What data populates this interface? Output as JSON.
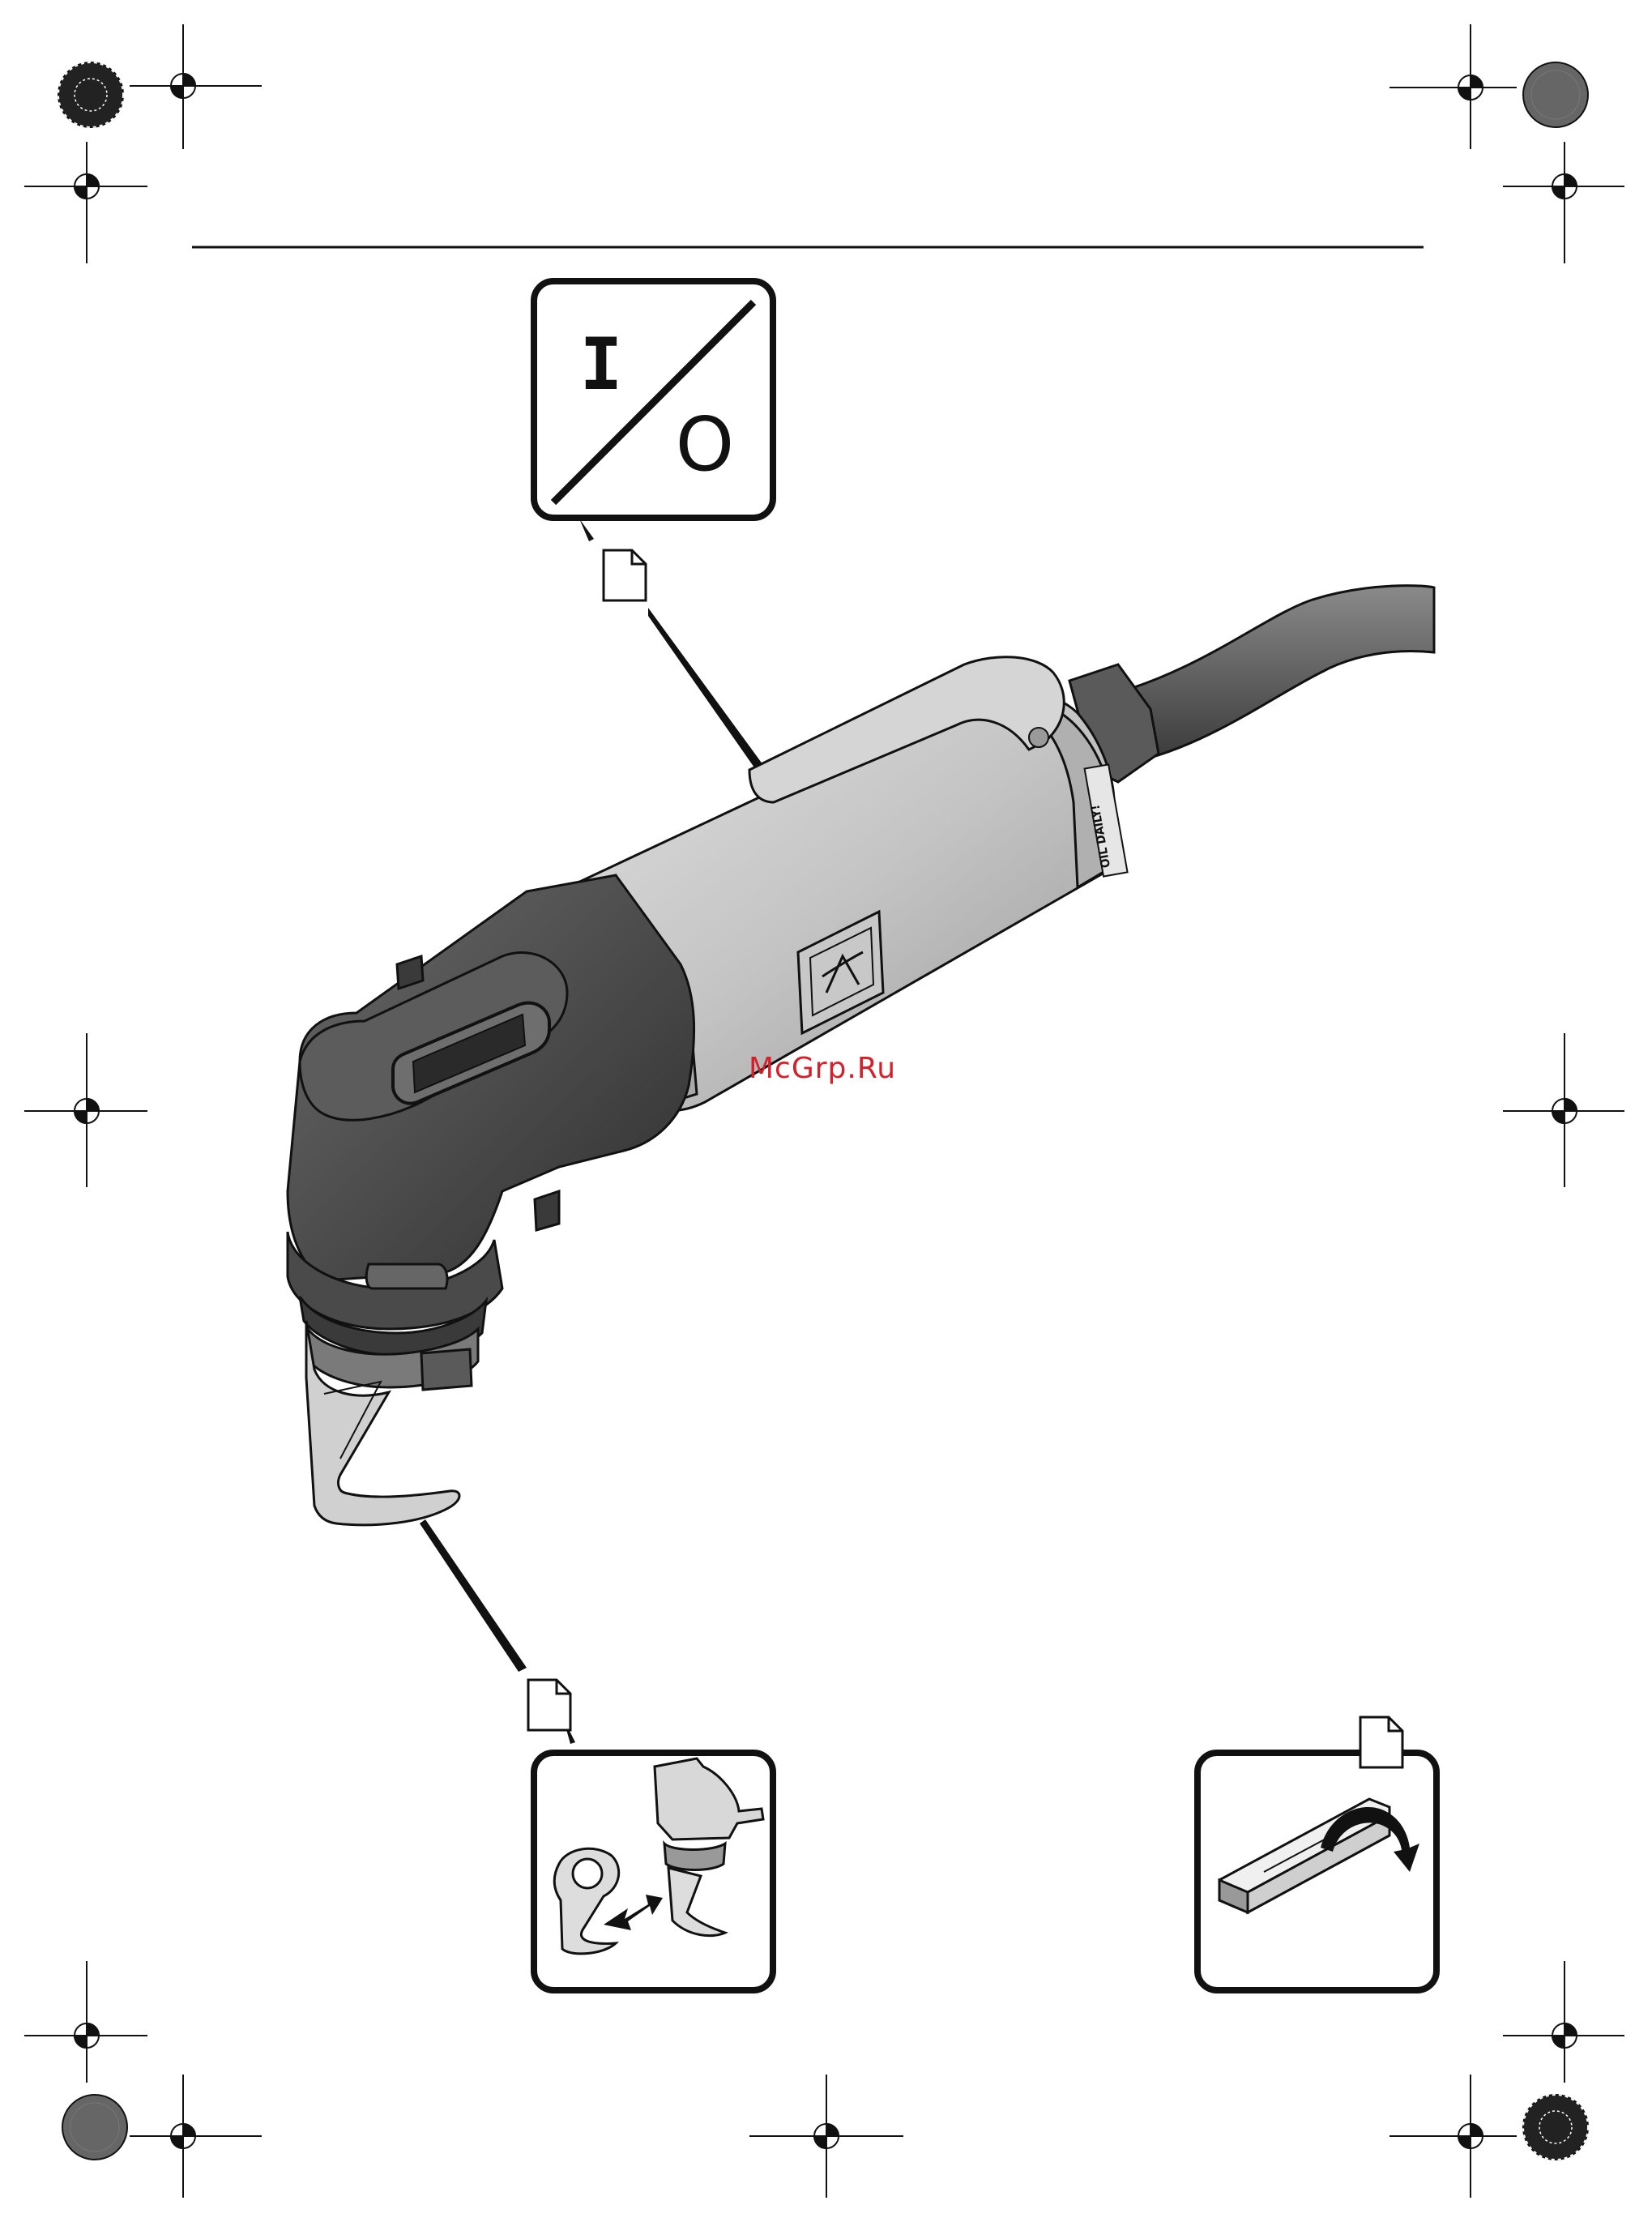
{
  "watermark": {
    "text": "McGrp.Ru"
  },
  "tool": {
    "label": "OIL DAILY!"
  },
  "switch_symbol": {
    "on": "I",
    "off": "O"
  },
  "icons": [
    "crop-mark-icon",
    "registration-wheel-icon",
    "document-icon",
    "on-off-switch-icon",
    "blade-change-icon",
    "package-box-icon"
  ],
  "colors": {
    "ink": "#111111",
    "tool_body": "#bdbdbd",
    "tool_head": "#4a4a4a",
    "cable": "#555555",
    "watermark": "#d4202a"
  }
}
